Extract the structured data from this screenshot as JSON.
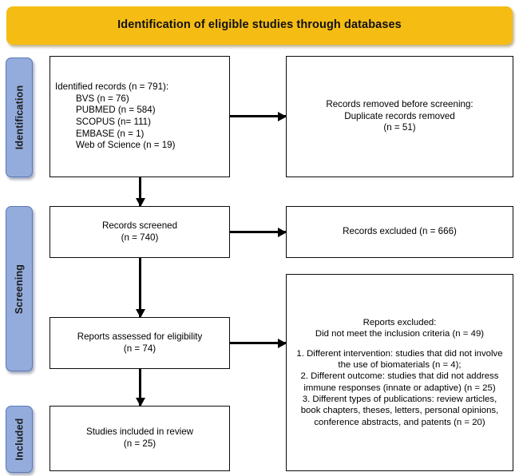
{
  "banner": {
    "title": "Identification of eligible studies through databases",
    "color": "#F5BC14"
  },
  "phases": {
    "color": "#93ACDC",
    "identification": "Identification",
    "screening": "Screening",
    "included": "Included"
  },
  "boxes": {
    "identified": {
      "heading": "Identified records (n = 791):",
      "sources": [
        "BVS (n = 76)",
        "PUBMED (n = 584)",
        "SCOPUS (n= 111)",
        "EMBASE (n = 1)",
        "Web of Science (n = 19)"
      ]
    },
    "removed": {
      "line1": "Records removed before screening:",
      "line2": "Duplicate records removed",
      "line3": "(n = 51)"
    },
    "screened": {
      "line1": "Records screened",
      "line2": "(n = 740)"
    },
    "excluded": {
      "line1": "Records excluded (n = 666)"
    },
    "eligibility": {
      "line1": "Reports assessed for eligibility",
      "line2": "(n = 74)"
    },
    "reports_excluded": {
      "line1": "Reports excluded:",
      "line2": "Did not meet the inclusion criteria (n = 49)",
      "reason1": "1. Different intervention: studies that did not involve the use of biomaterials (n = 4);",
      "reason2": "2. Different outcome: studies that did not address immune responses (innate or adaptive) (n = 25)",
      "reason3": "3. Different types of publications: review articles, book chapters, theses, letters, personal opinions, conference abstracts, and patents (n = 20)"
    },
    "included": {
      "line1": "Studies included in review",
      "line2": "(n = 25)"
    }
  }
}
